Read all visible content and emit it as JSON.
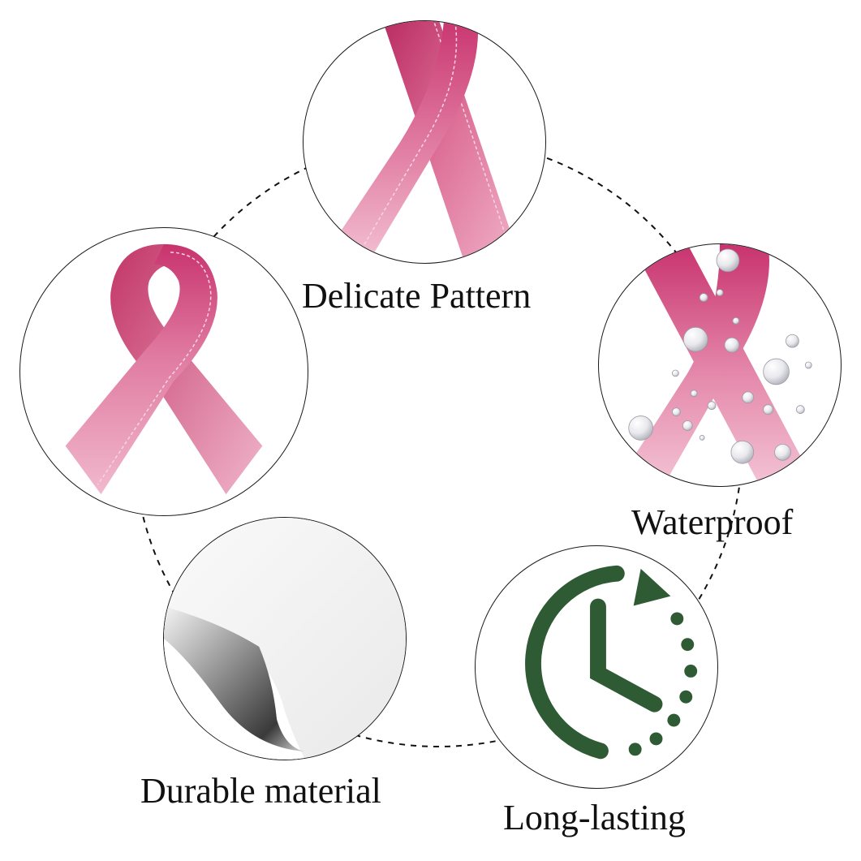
{
  "features": {
    "delicate": {
      "label": "Delicate Pattern",
      "icon": "pink-ribbon-crossed-icon"
    },
    "ribbon": {
      "label": "",
      "icon": "pink-ribbon-loop-icon"
    },
    "waterproof": {
      "label": "Waterproof",
      "icon": "pink-ribbon-water-drops-icon"
    },
    "durable": {
      "label": "Durable material",
      "icon": "peeling-sticker-icon"
    },
    "longlasting": {
      "label": "Long-lasting",
      "icon": "clock-arrow-icon"
    }
  },
  "colors": {
    "ribbon_dark": "#c8336e",
    "ribbon_light": "#f2b7cc",
    "clock_green": "#2e5a34",
    "outline": "#1a1a1a"
  }
}
